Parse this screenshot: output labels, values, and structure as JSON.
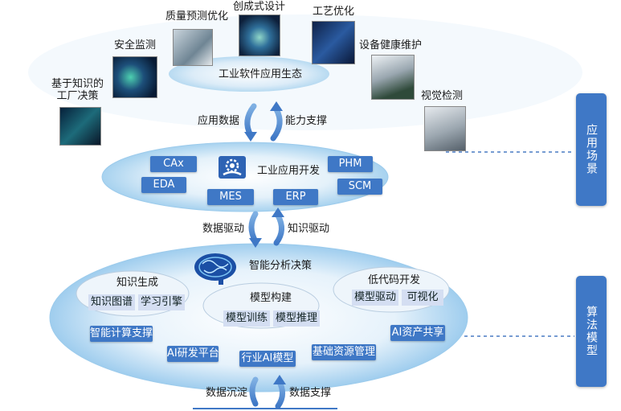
{
  "ecosystem": {
    "title": "工业软件应用生态",
    "apps": [
      "质量预测优化",
      "创成式设计",
      "工艺优化",
      "安全监测",
      "设备健康维护",
      "基于知识的\n工厂决策",
      "视觉检测"
    ]
  },
  "flow_top": {
    "left": "应用数据",
    "right": "能力支撑"
  },
  "app_dev": {
    "title": "工业应用开发",
    "tags": [
      "CAx",
      "PHM",
      "EDA",
      "SCM",
      "MES",
      "ERP"
    ]
  },
  "flow_mid": {
    "left": "数据驱动",
    "right": "知识驱动"
  },
  "ai": {
    "title": "智能分析决策",
    "knowledge": {
      "title": "知识生成",
      "items": [
        "知识图谱",
        "学习引擎"
      ]
    },
    "model": {
      "title": "模型构建",
      "items": [
        "模型训练",
        "模型推理"
      ]
    },
    "lowcode": {
      "title": "低代码开发",
      "items": [
        "模型驱动",
        "可视化"
      ]
    },
    "tags": [
      "智能计算支撑",
      "AI资产共享",
      "AI研发平台",
      "基础资源管理",
      "行业AI模型"
    ]
  },
  "flow_bottom": {
    "left": "数据沉淀",
    "right": "数据支撑"
  },
  "side_labels": [
    "应用场景",
    "算法模型"
  ],
  "colors": {
    "accent": "#3f78c6",
    "ellipse": "#a9d3ee",
    "light_tag": "#d4def2"
  }
}
